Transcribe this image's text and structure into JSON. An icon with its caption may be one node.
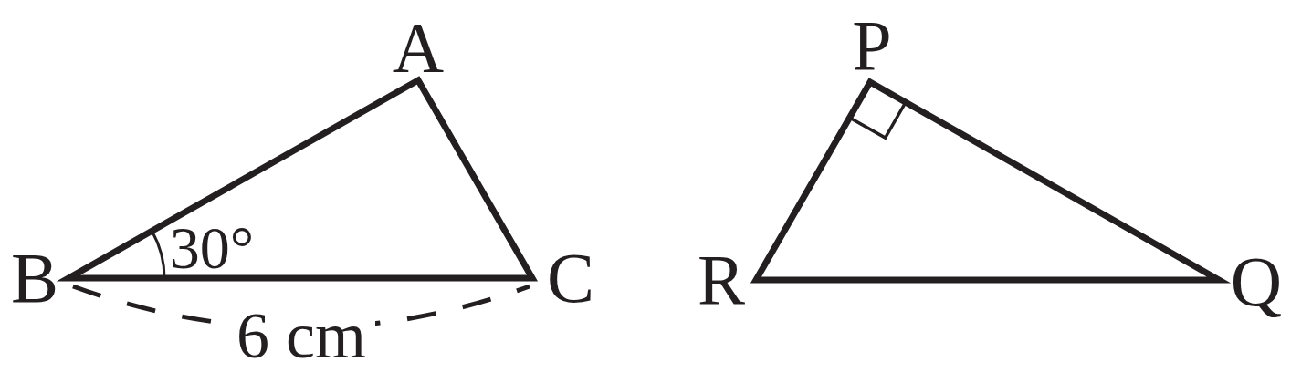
{
  "diagram": {
    "labels": [
      "A",
      "B",
      "C",
      "30°",
      "6 cm",
      "P",
      "R",
      "Q"
    ]
  }
}
